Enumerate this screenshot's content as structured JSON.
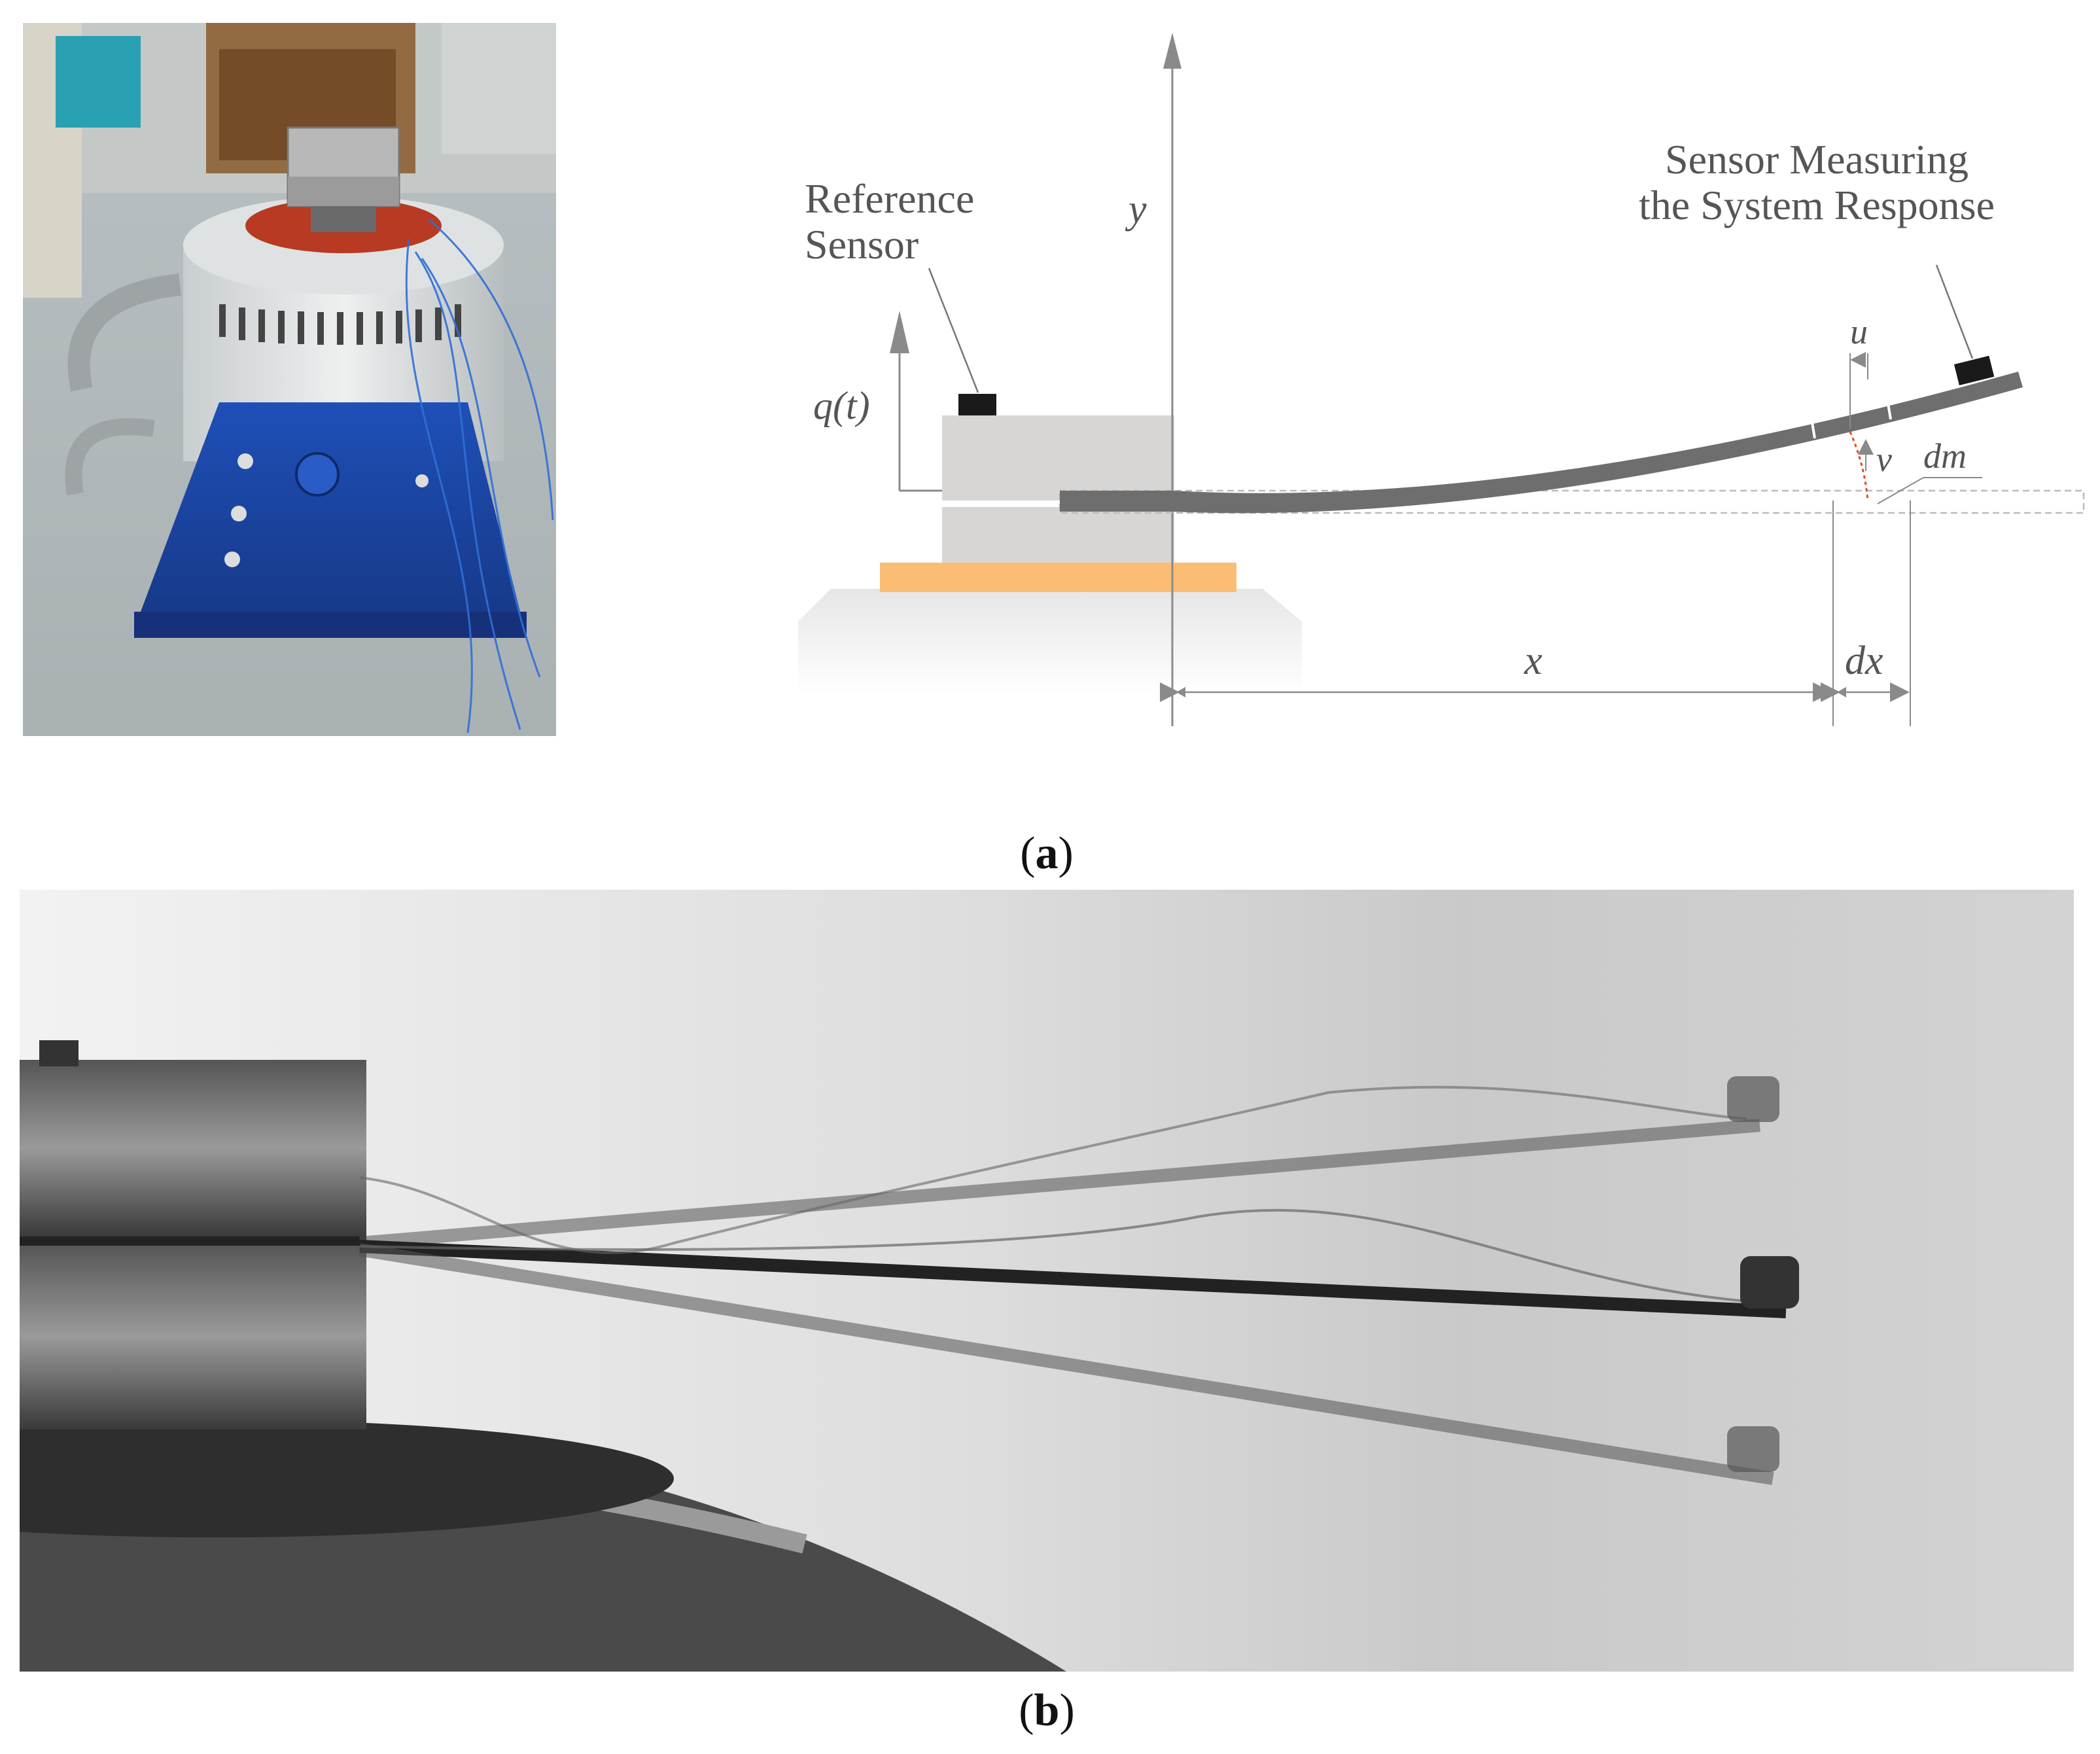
{
  "diagram": {
    "labels": {
      "reference_sensor_line1": "Reference",
      "reference_sensor_line2": "Sensor",
      "response_sensor_line1": "Sensor Measuring",
      "response_sensor_line2": "the System Response",
      "y_axis": "y",
      "force": "q(t)",
      "x_dim": "x",
      "dx_dim": "dx",
      "u": "u",
      "v": "v",
      "dm": "dm"
    },
    "colors": {
      "clamp": "#d8d6d4",
      "pad": "#fbbd73",
      "beam": "#6e6e6e",
      "sensor": "#1a1a1a",
      "deflection": "#e04a1e",
      "dimension_line": "#8a8a8a"
    }
  },
  "captions": {
    "a_open": "(",
    "a_letter": "a",
    "a_close": ")",
    "b_open": "(",
    "b_letter": "b",
    "b_close": ")"
  },
  "photos": {
    "shaker": "color photo of blue electrodynamic shaker with clamp block and wired sensors",
    "beams": "grayscale multi-exposure photo of vibrating cantilever beam with tip sensor"
  }
}
